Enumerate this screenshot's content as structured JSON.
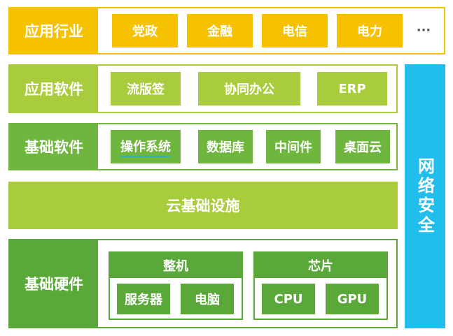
{
  "rows": {
    "industry": {
      "label": "应用行业",
      "items": [
        "党政",
        "金融",
        "电信",
        "电力"
      ],
      "ellipsis": "···"
    },
    "app_software": {
      "label": "应用软件",
      "items": [
        "流版签",
        "协同办公",
        "ERP"
      ]
    },
    "base_software": {
      "label": "基础软件",
      "items": [
        "操作系统",
        "数据库",
        "中间件",
        "桌面云"
      ]
    },
    "cloud": {
      "label": "云基础设施"
    },
    "hardware": {
      "label": "基础硬件",
      "groups": [
        {
          "title": "整机",
          "items": [
            "服务器",
            "电脑"
          ]
        },
        {
          "title": "芯片",
          "items": [
            "CPU",
            "GPU"
          ]
        }
      ]
    }
  },
  "security": {
    "label": "网络安全"
  },
  "colors": {
    "industry": "#f6c200",
    "app_software": "#a9cc3c",
    "base_software": "#6fb63f",
    "cloud": "#a9cc3c",
    "hardware": "#5aa83a",
    "security": "#21bdec"
  }
}
